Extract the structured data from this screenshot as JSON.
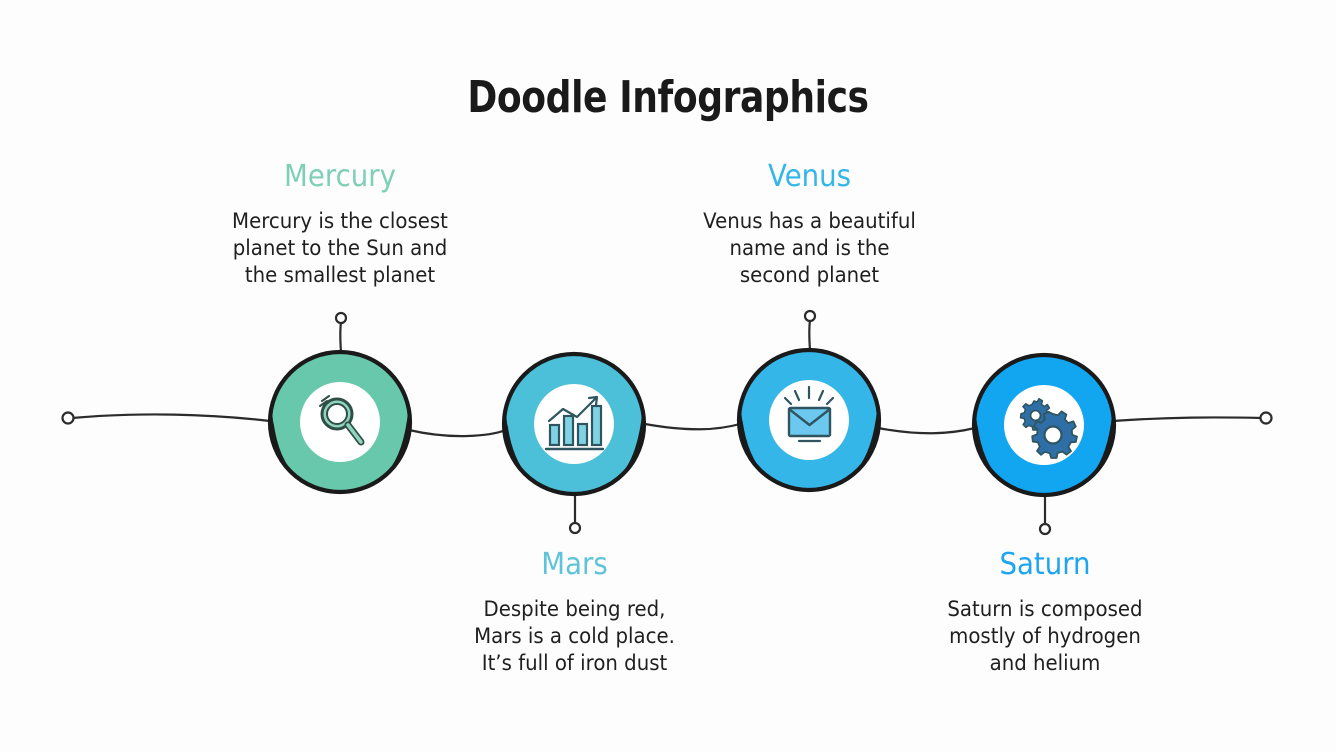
{
  "slide": {
    "title": "Doodle Infographics",
    "background_color": "#fdfdfd",
    "title_color": "#1a1a1a",
    "line_color": "#2b2b2b"
  },
  "items": [
    {
      "id": "mercury",
      "heading": "Mercury",
      "heading_color": "#7fcfb6",
      "body_lines": [
        "Mercury is the closest",
        "planet to the Sun and",
        "the smallest planet"
      ],
      "badge_color": "#68c8ab",
      "icon": "magnifier-icon",
      "position": "above"
    },
    {
      "id": "mars",
      "heading": "Mars",
      "heading_color": "#5ec4d8",
      "body_lines": [
        "Despite being red,",
        "Mars is a cold place.",
        "It’s full of iron dust"
      ],
      "badge_color": "#4cc0d8",
      "icon": "bar-chart-growth-icon",
      "position": "below"
    },
    {
      "id": "venus",
      "heading": "Venus",
      "heading_color": "#34b6e8",
      "body_lines": [
        "Venus has a beautiful",
        "name and is the",
        "second planet"
      ],
      "badge_color": "#35b6e8",
      "icon": "envelope-icon",
      "position": "above"
    },
    {
      "id": "saturn",
      "heading": "Saturn",
      "heading_color": "#1fa5ef",
      "body_lines": [
        "Saturn is composed",
        "mostly of hydrogen",
        "and helium"
      ],
      "badge_color": "#12a6f0",
      "icon": "gears-icon",
      "position": "below"
    }
  ]
}
